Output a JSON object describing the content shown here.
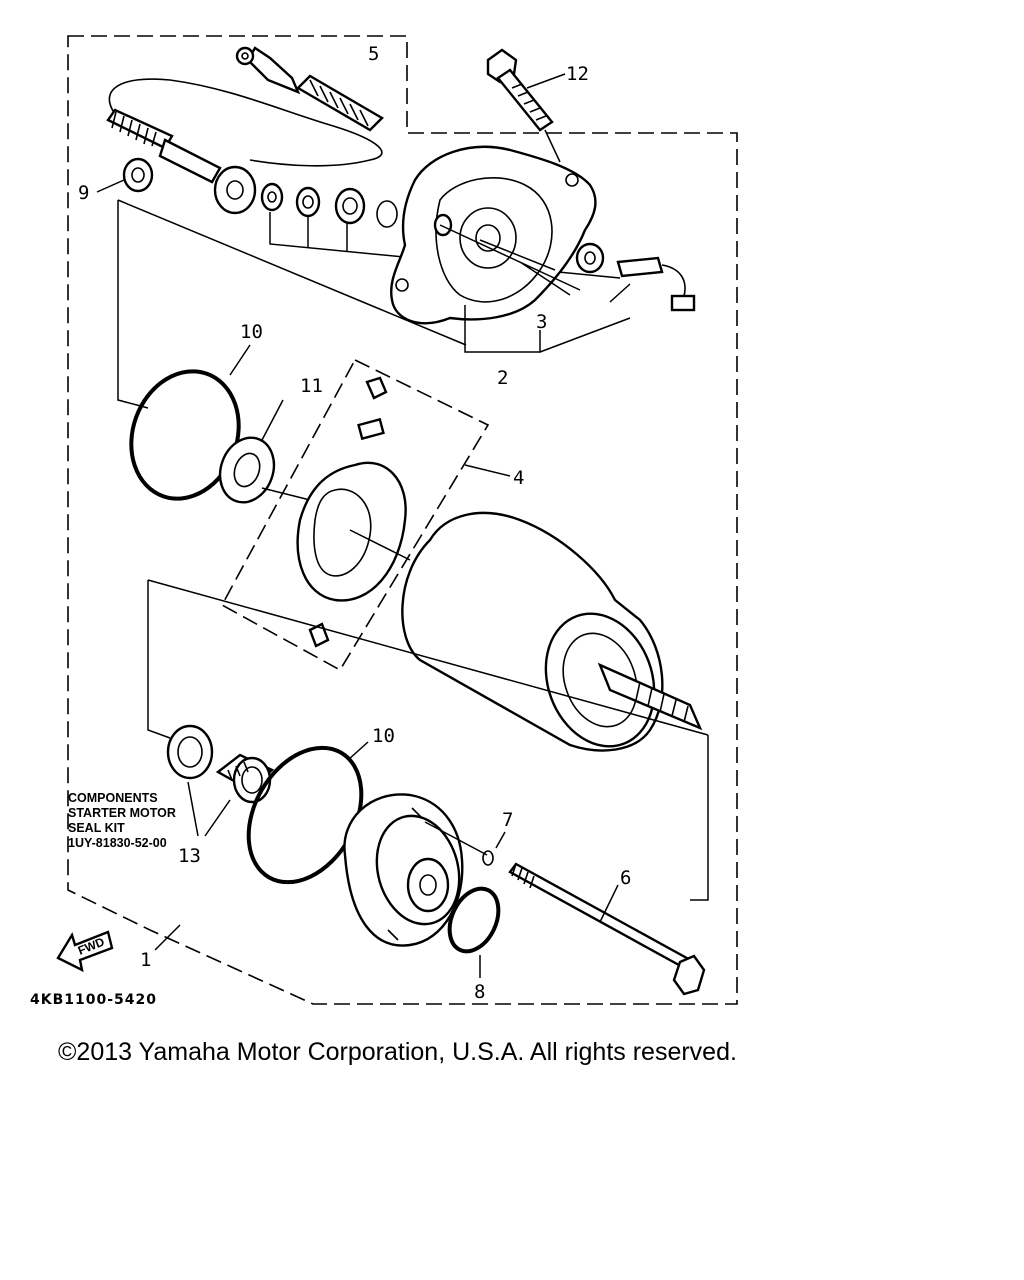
{
  "diagram": {
    "callouts": {
      "c1": "1",
      "c2": "2",
      "c3": "3",
      "c4": "4",
      "c5": "5",
      "c6": "6",
      "c7": "7",
      "c8": "8",
      "c9": "9",
      "c10a": "10",
      "c10b": "10",
      "c11": "11",
      "c12": "12",
      "c13": "13"
    },
    "kit_note": {
      "line1": "COMPONENTS",
      "line2": "STARTER MOTOR",
      "line3": "SEAL KIT",
      "line4": "1UY-81830-52-00"
    },
    "fwd_label": "FWD",
    "drawing_code": "4KB1100-5420"
  },
  "footer": {
    "copyright": "©2013 Yamaha Motor Corporation, U.S.A. All rights reserved."
  }
}
